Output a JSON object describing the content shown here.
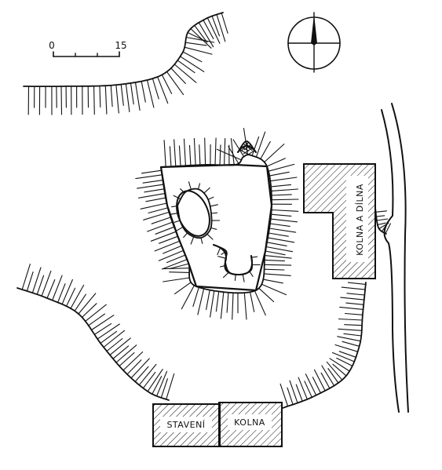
{
  "scale_bar": {
    "start_label": "0",
    "end_label": "15"
  },
  "north_arrow": {
    "icon": "compass-north-arrow-icon"
  },
  "buildings": [
    {
      "id": "staveni",
      "label": "STAVENÍ"
    },
    {
      "id": "kolna-bottom",
      "label": "KOLNA"
    },
    {
      "id": "kolna-a-dilna",
      "label": "KOLNA A DÍLNA"
    }
  ],
  "colors": {
    "ink": "#111111",
    "paper": "#ffffff"
  }
}
